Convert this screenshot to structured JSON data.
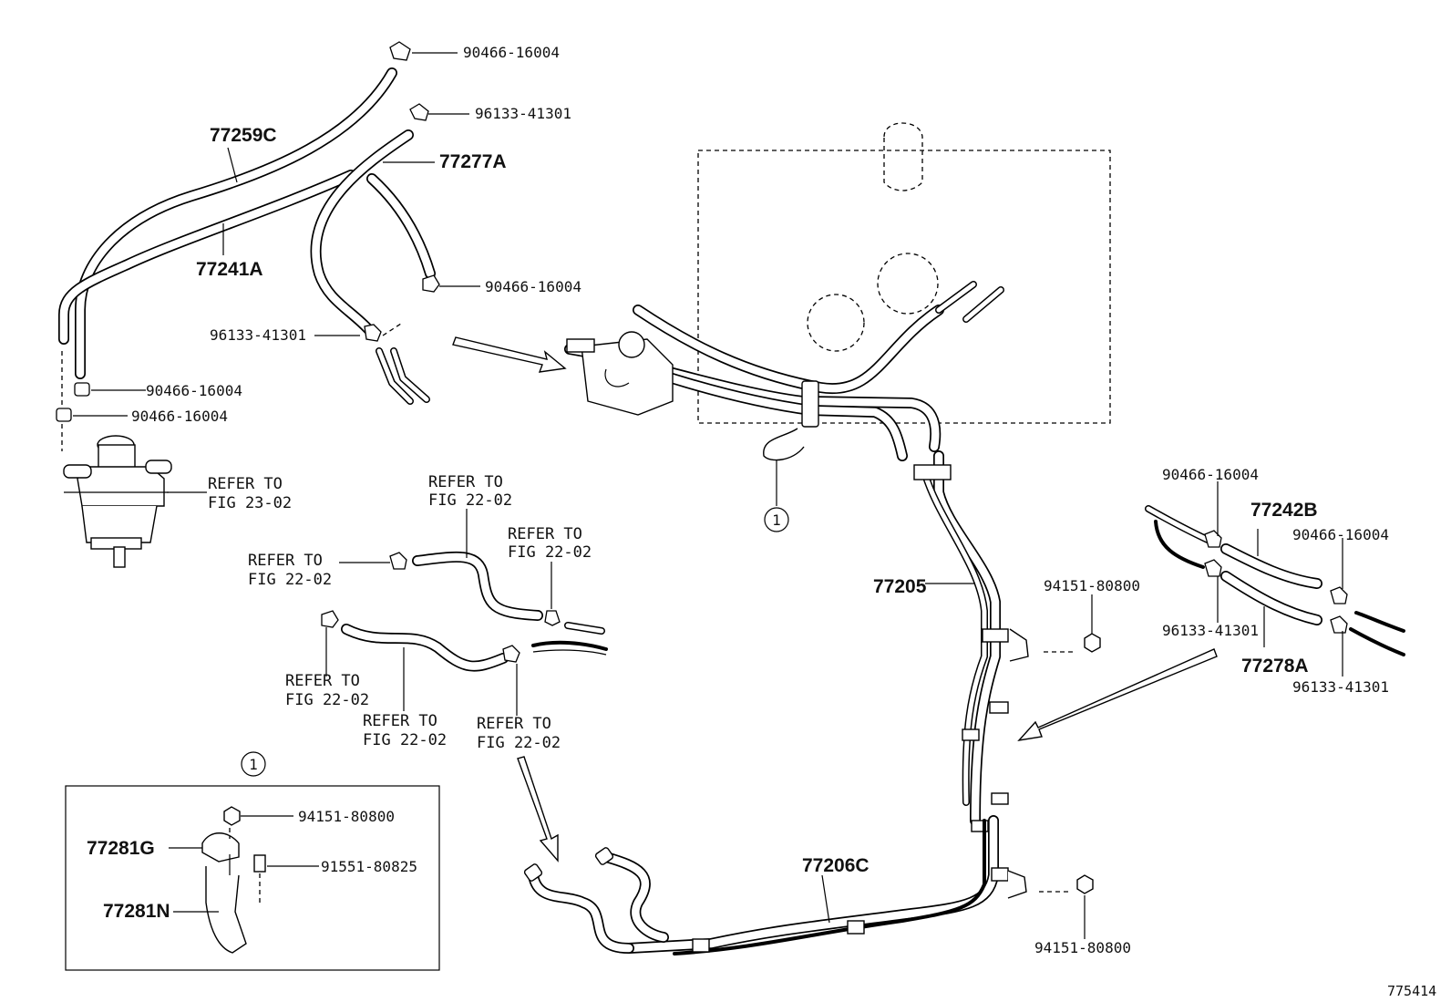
{
  "labels": {
    "p77259C": "77259C",
    "p77277A": "77277A",
    "p77241A": "77241A",
    "p77205": "77205",
    "p77206C": "77206C",
    "p77242B": "77242B",
    "p77278A": "77278A",
    "p77281G": "77281G",
    "p77281N": "77281N",
    "pn9046616004": "90466-16004",
    "pn9613341301": "96133-41301",
    "pn9415180800": "94151-80800",
    "pn9155180825": "91551-80825",
    "refer_to": "REFER TO",
    "fig_23_02": "FIG 23-02",
    "fig_22_02": "FIG 22-02",
    "callout_1": "1",
    "drawing_number": "775414"
  }
}
